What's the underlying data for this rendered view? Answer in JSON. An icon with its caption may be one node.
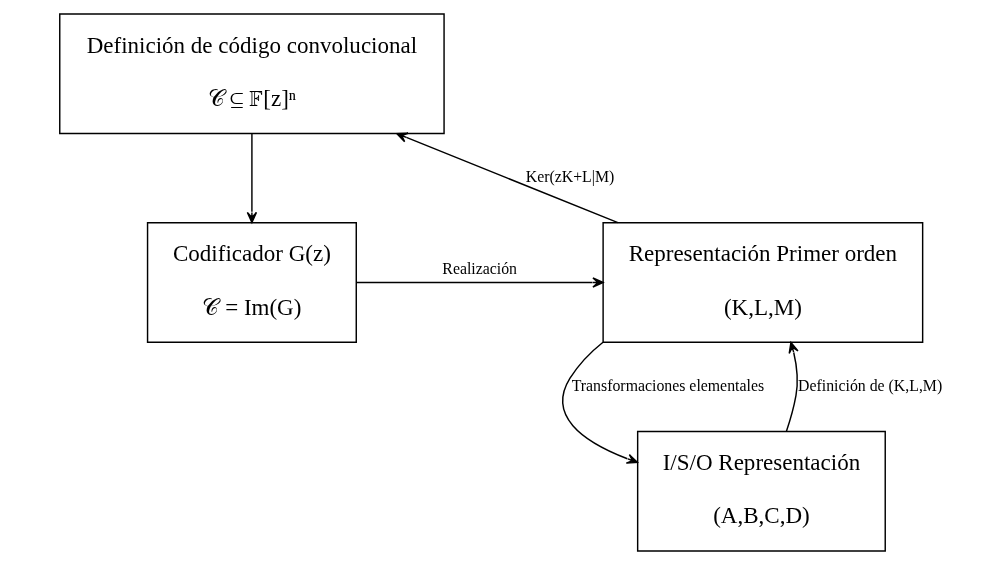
{
  "diagram": {
    "nodes": [
      {
        "text": [
          "Definición de código convolucional",
          "𝒞 ⊆ 𝔽[z]ⁿ"
        ]
      },
      {
        "text": [
          "Codificador G(z)",
          "𝒞 = Im(G)"
        ]
      },
      {
        "text": [
          "Representación Primer orden",
          "(K,L,M)"
        ]
      },
      {
        "text": [
          "I/S/O Representación",
          "(A,B,C,D)"
        ]
      }
    ],
    "edges": [
      {
        "from": 0,
        "to": 1,
        "arrow": "to"
      },
      {
        "from": 1,
        "to": 2,
        "arrow": "to",
        "label": "Realización"
      },
      {
        "from": 2,
        "to": 0,
        "arrow": "to",
        "label": "Ker(zK+L|M)"
      },
      {
        "from": 3,
        "to": 2,
        "arrow": "to",
        "label": "Definición de (K,L,M)"
      },
      {
        "from": 2,
        "to": 3,
        "arrow": "to",
        "label": "Transformaciones elementales"
      }
    ]
  }
}
